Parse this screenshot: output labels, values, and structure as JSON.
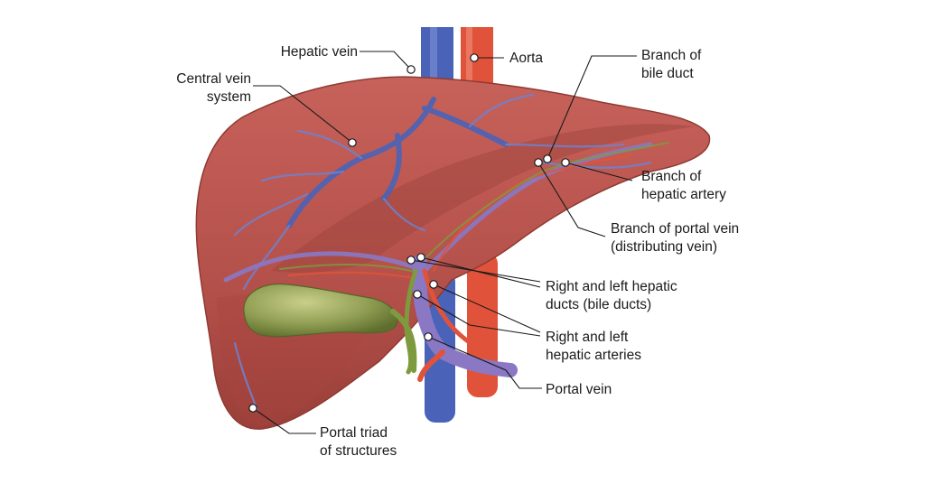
{
  "labels": {
    "hepatic_vein": "Hepatic vein",
    "aorta": "Aorta",
    "central_vein_system": [
      "Central vein",
      "system"
    ],
    "branch_bile_duct": [
      "Branch of",
      "bile duct"
    ],
    "branch_hepatic_artery": [
      "Branch of",
      "hepatic artery"
    ],
    "branch_portal_vein": [
      "Branch of portal vein",
      "(distributing vein)"
    ],
    "hepatic_ducts": [
      "Right and left hepatic",
      "ducts (bile ducts)"
    ],
    "hepatic_arteries": [
      "Right and left",
      "hepatic arteries"
    ],
    "portal_vein": "Portal vein",
    "portal_triad": [
      "Portal triad",
      "of structures"
    ]
  },
  "colors": {
    "liver": "#b9524a",
    "liver_dark": "#8f3a33",
    "vein": "#4a63b8",
    "artery": "#e0533a",
    "portal": "#8a78c4",
    "bile": "#7e9a3e",
    "gallbladder": "#8f9d52"
  }
}
